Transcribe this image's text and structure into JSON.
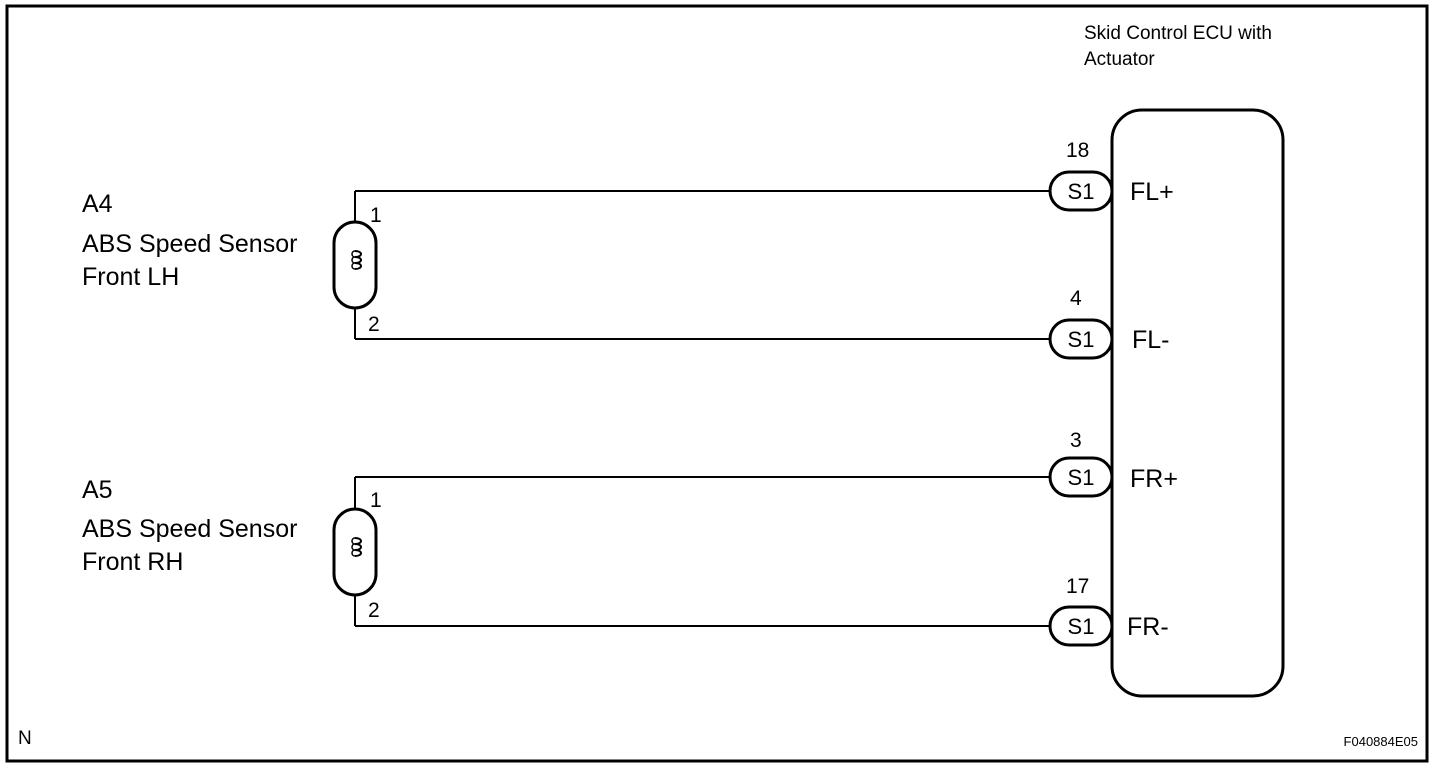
{
  "ecu": {
    "title_line1": "Skid Control ECU with",
    "title_line2": "Actuator"
  },
  "sensors": [
    {
      "code": "A4",
      "name_line1": "ABS Speed Sensor",
      "name_line2": "Front LH",
      "pin_top": "1",
      "pin_bottom": "2"
    },
    {
      "code": "A5",
      "name_line1": "ABS Speed Sensor",
      "name_line2": "Front RH",
      "pin_top": "1",
      "pin_bottom": "2"
    }
  ],
  "terminals": [
    {
      "pin": "18",
      "connector": "S1",
      "signal": "FL+"
    },
    {
      "pin": "4",
      "connector": "S1",
      "signal": "FL-"
    },
    {
      "pin": "3",
      "connector": "S1",
      "signal": "FR+"
    },
    {
      "pin": "17",
      "connector": "S1",
      "signal": "FR-"
    }
  ],
  "footer": {
    "corner_left": "N",
    "figure_code": "F040884E05"
  }
}
